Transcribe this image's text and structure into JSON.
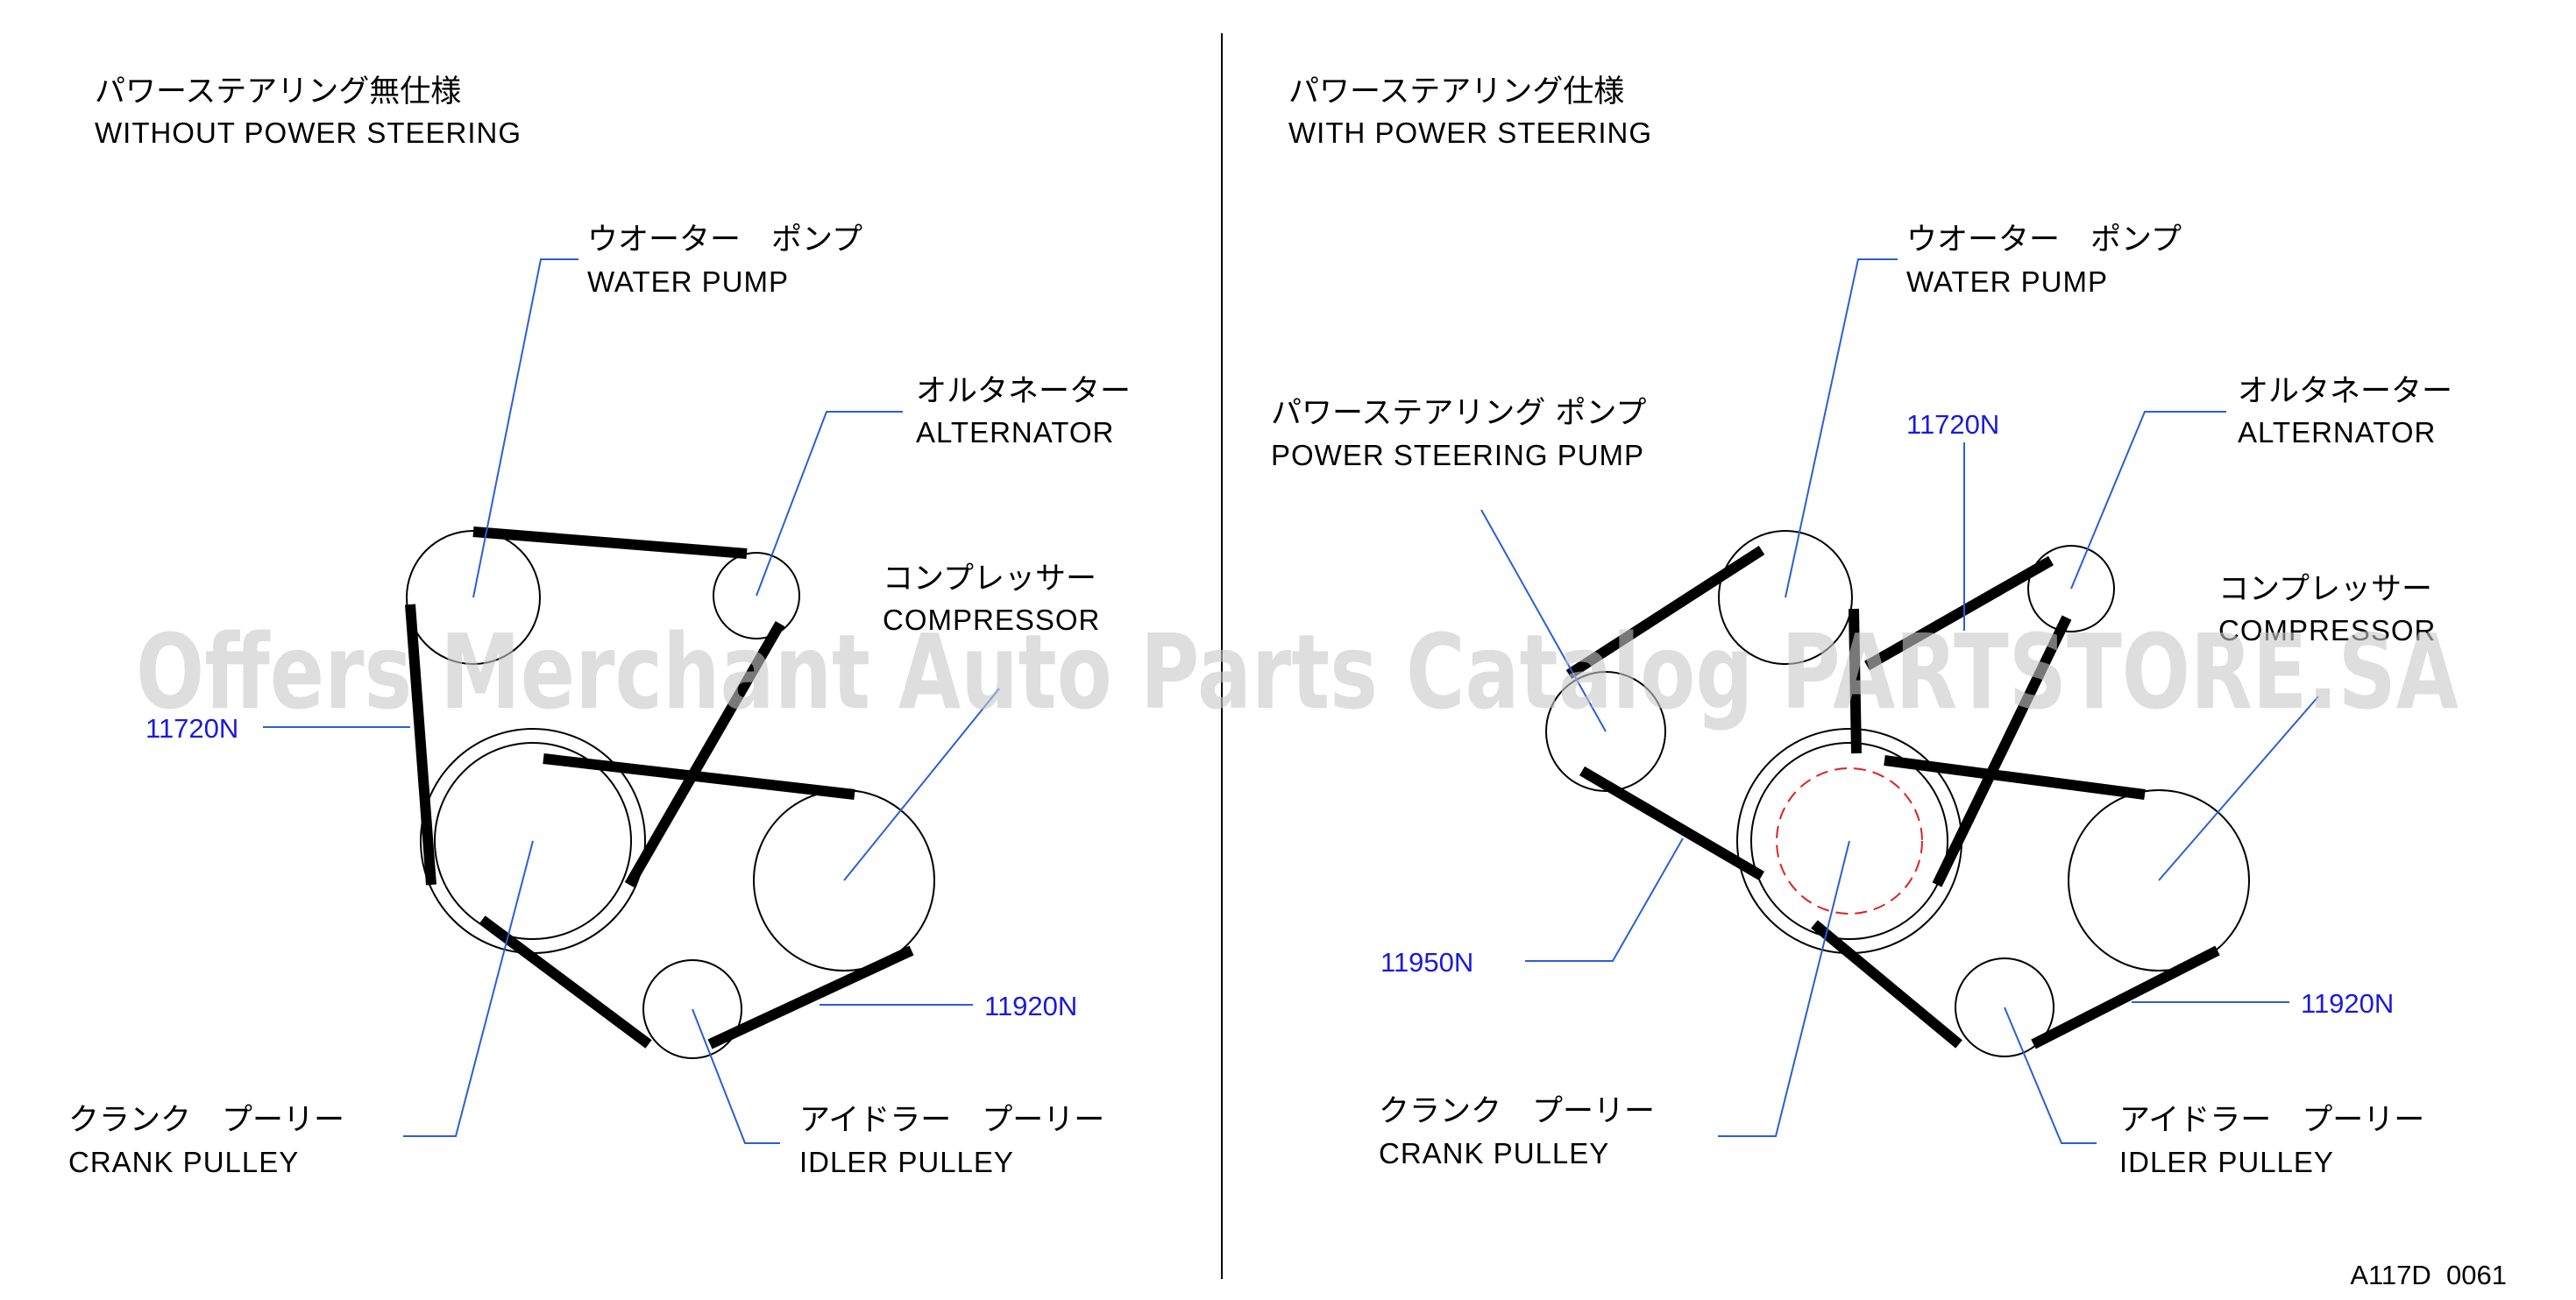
{
  "left_panel": {
    "title_jp": "パワーステアリング無仕様",
    "title_en": "WITHOUT  POWER  STEERING",
    "water_pump": {
      "jp": "ウオーター　ポンプ",
      "en": "WATER  PUMP"
    },
    "alternator": {
      "jp": "オルタネーター",
      "en": "ALTERNATOR"
    },
    "compressor": {
      "jp": "コンプレッサー",
      "en": "COMPRESSOR"
    },
    "crank_pulley": {
      "jp": "クランク　プーリー",
      "en": "CRANK  PULLEY"
    },
    "idler_pulley": {
      "jp": "アイドラー　プーリー",
      "en": "IDLER  PULLEY"
    },
    "part_11720": "11720N",
    "part_11920": "11920N"
  },
  "right_panel": {
    "title_jp": "パワーステアリング仕様",
    "title_en": "WITH  POWER  STEERING",
    "water_pump": {
      "jp": "ウオーター　ポンプ",
      "en": "WATER  PUMP"
    },
    "ps_pump": {
      "jp": "パワーステアリング ポンプ",
      "en": "POWER  STEERING  PUMP"
    },
    "alternator": {
      "jp": "オルタネーター",
      "en": "ALTERNATOR"
    },
    "compressor": {
      "jp": "コンプレッサー",
      "en": "COMPRESSOR"
    },
    "crank_pulley": {
      "jp": "クランク　プーリー",
      "en": "CRANK  PULLEY"
    },
    "idler_pulley": {
      "jp": "アイドラー　プーリー",
      "en": "IDLER  PULLEY"
    },
    "part_11720": "11720N",
    "part_11950": "11950N",
    "part_11920": "11920N"
  },
  "watermark": "Offers Merchant Auto Parts Catalog PARTSTORE.SA",
  "diagram_code": "A117D  0061",
  "colors": {
    "part_number": "#1a1adc",
    "leader": "#2a5fd6",
    "crank_dashed": "#e02020"
  }
}
